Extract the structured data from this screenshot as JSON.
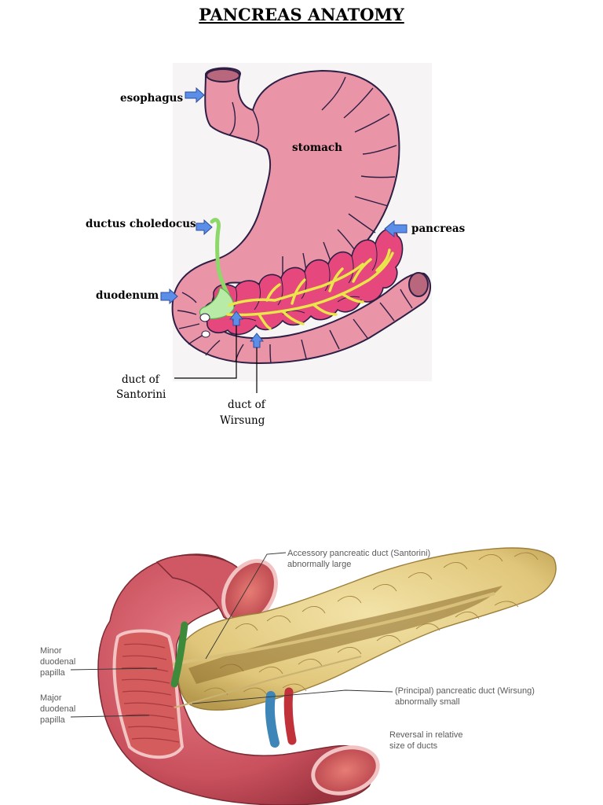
{
  "title": "PANCREAS ANATOMY",
  "colors": {
    "stomach": "#ea94a7",
    "stomach_outline": "#2e1f45",
    "pancreas": "#e6487d",
    "duct": "#e9e64a",
    "bile_duct": "#8cd96a",
    "arrow": "#5b8ee8",
    "real_duodenum": "#c9505d",
    "real_pancreas": "#e6cf86"
  },
  "cartoon": {
    "labels": {
      "esophagus": "esophagus",
      "stomach": "stomach",
      "ductus_choledocus": "ductus choledocus",
      "pancreas": "pancreas",
      "duodenum": "duodenum",
      "santorini_line1": "duct of",
      "santorini_line2": "Santorini",
      "wirsung_line1": "duct of",
      "wirsung_line2": "Wirsung"
    }
  },
  "illustration": {
    "labels": {
      "accessory_line1": "Accessory pancreatic duct (Santorini)",
      "accessory_line2": "abnormally large",
      "minor_line1": "Minor",
      "minor_line2": "duodenal",
      "minor_line3": "papilla",
      "major_line1": "Major",
      "major_line2": "duodenal",
      "major_line3": "papilla",
      "principal_line1": "(Principal) pancreatic duct (Wirsung)",
      "principal_line2": "abnormally small",
      "reversal_line1": "Reversal in relative",
      "reversal_line2": "size of ducts"
    }
  }
}
